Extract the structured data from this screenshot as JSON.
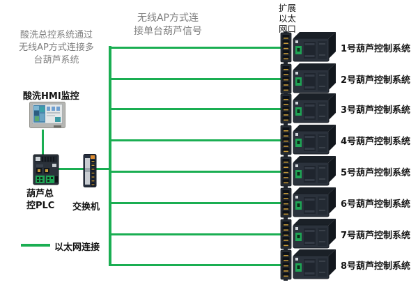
{
  "colors": {
    "line_green": "#1aae52"
  },
  "notes": {
    "left": "酸洗总控系统通过\n无线AP方式连接多\n台葫芦系统",
    "center": "无线AP方式连\n接单台葫芦信号",
    "expansion_port": "扩展\n以太\n网口"
  },
  "devices": {
    "hmi_label": "酸洗HMI监控",
    "master_plc_label": "葫芦总\n控PLC",
    "switch_label": "交换机"
  },
  "legend": {
    "ethernet_label": "以太网连接"
  },
  "rows": [
    {
      "label": "1号葫芦控制系统"
    },
    {
      "label": "2号葫芦控制系统"
    },
    {
      "label": "3号葫芦控制系统"
    },
    {
      "label": "4号葫芦控制系统"
    },
    {
      "label": "5号葫芦控制系统"
    },
    {
      "label": "6号葫芦控制系统"
    },
    {
      "label": "7号葫芦控制系统"
    },
    {
      "label": "8号葫芦控制系统"
    }
  ]
}
